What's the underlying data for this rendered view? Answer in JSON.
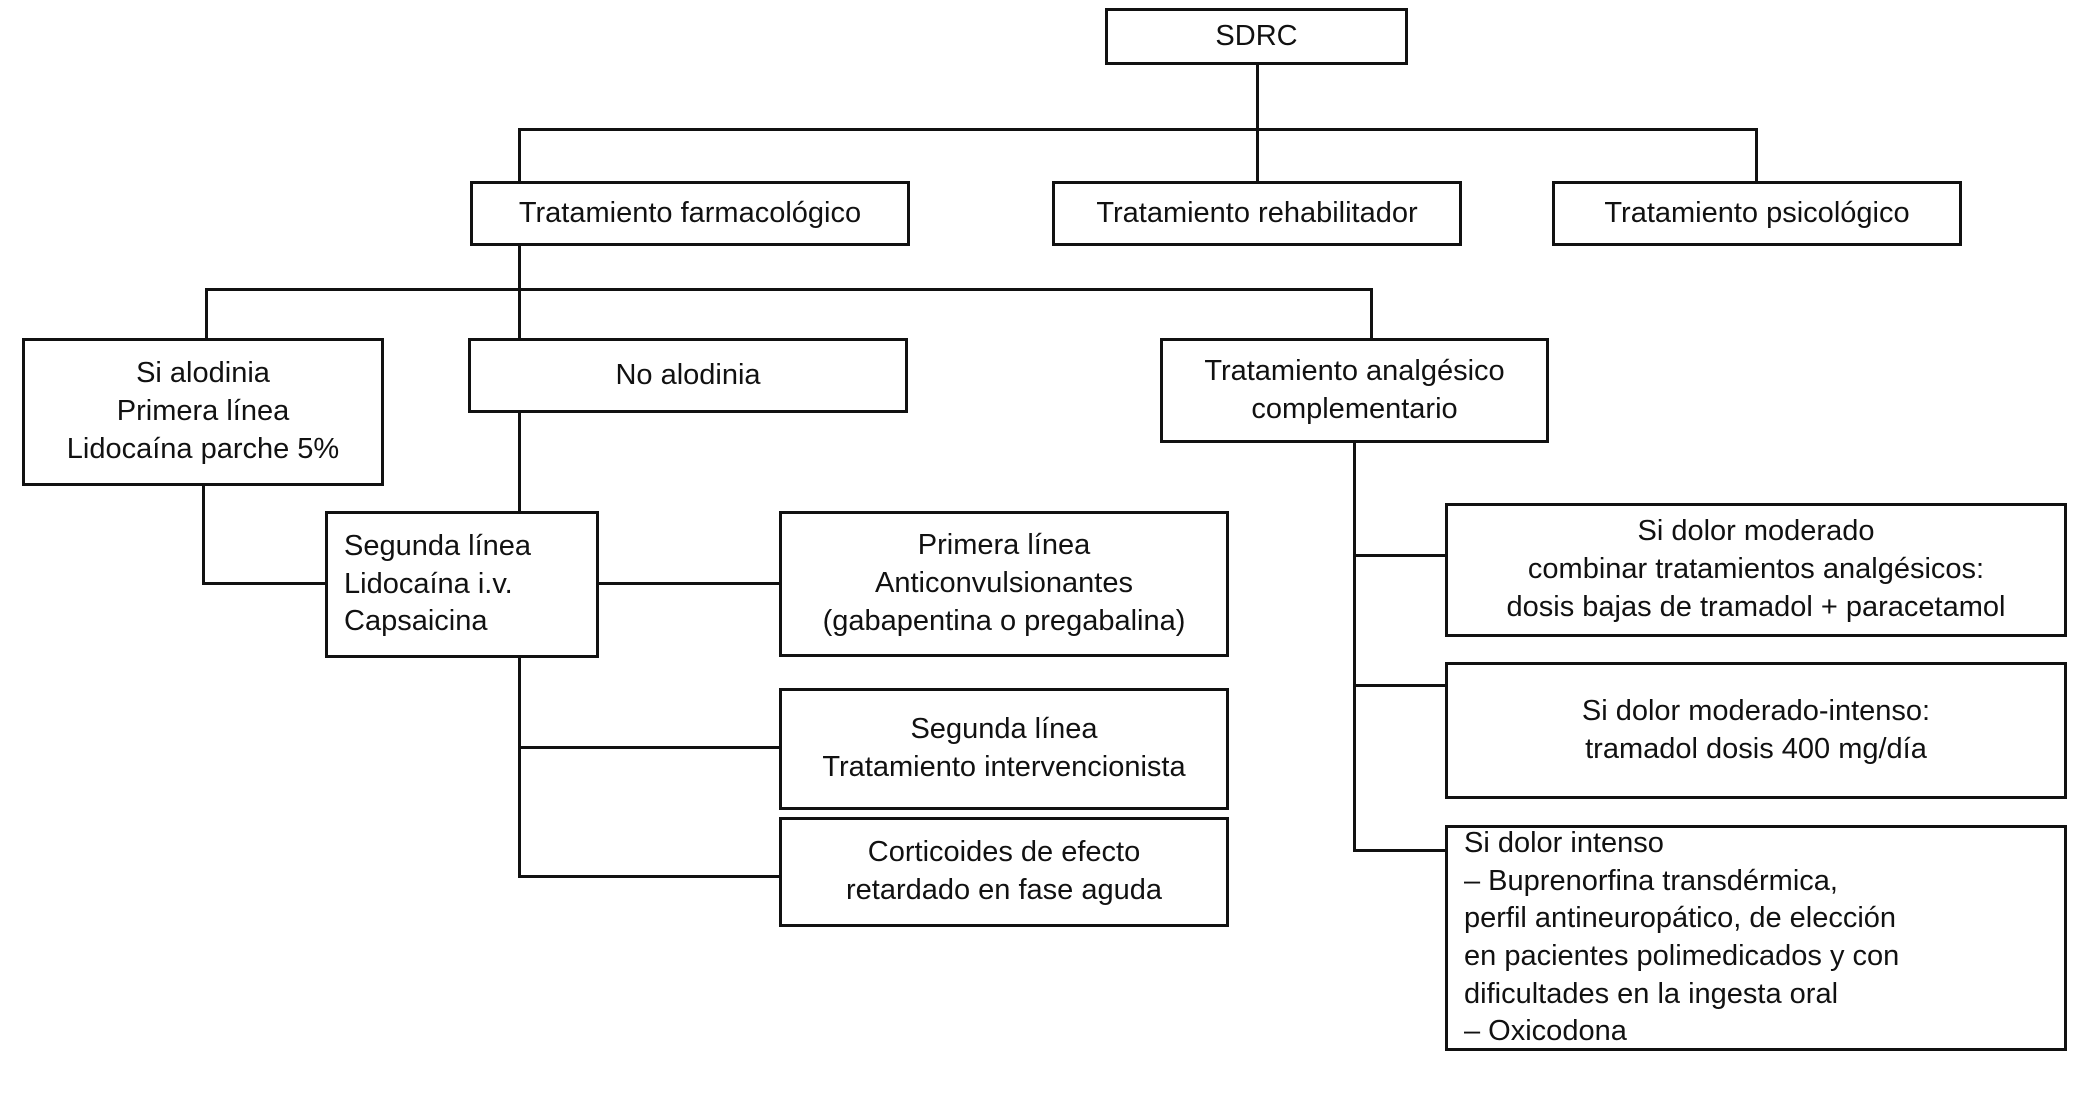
{
  "diagram": {
    "title": "SDRC",
    "language": "es",
    "type": "flowchart",
    "nodes": {
      "root": {
        "label": "SDRC"
      },
      "level1": [
        {
          "id": "tratamiento-farmacologico",
          "label": "Tratamiento farmacológico"
        },
        {
          "id": "tratamiento-rehabilitador",
          "label": "Tratamiento rehabilitador"
        },
        {
          "id": "tratamiento-psicologico",
          "label": "Tratamiento psicológico"
        }
      ],
      "level2": [
        {
          "id": "si-alodinia",
          "label": "Si alodinia\nPrimera línea\nLidocaína parche 5%"
        },
        {
          "id": "no-alodinia",
          "label": "No alodinia"
        },
        {
          "id": "tratamiento-analgesico-complementario",
          "label": "Tratamiento analgésico\ncomplementario"
        }
      ],
      "alodinia_children": [
        {
          "id": "segunda-linea-lidocaina",
          "label": "Segunda línea\nLidocaína i.v.\nCapsaicina"
        }
      ],
      "no_alodinia_children": [
        {
          "id": "primera-linea-anticonvulsionantes",
          "label": "Primera línea\nAnticonvulsionantes\n(gabapentina o pregabalina)"
        },
        {
          "id": "segunda-linea-intervencionista",
          "label": "Segunda línea\nTratamiento intervencionista"
        },
        {
          "id": "corticoides-efecto-retardado",
          "label": "Corticoides de efecto\nretardado en fase aguda"
        }
      ],
      "analgesico_children": [
        {
          "id": "dolor-moderado",
          "label": "Si dolor moderado\ncombinar tratamientos analgésicos:\ndosis bajas de tramadol + paracetamol"
        },
        {
          "id": "dolor-moderado-intenso",
          "label": "Si dolor moderado-intenso:\ntramadol dosis 400 mg/día"
        },
        {
          "id": "dolor-intenso",
          "label": "Si dolor intenso\n– Buprenorfina transdérmica,\n   perfil antineuropático, de elección\n   en pacientes polimedicados y con\n   dificultades en la ingesta oral\n– Oxicodona"
        }
      ]
    },
    "colors": {
      "stroke": "#111111",
      "fill": "#ffffff",
      "text": "#111111"
    }
  }
}
